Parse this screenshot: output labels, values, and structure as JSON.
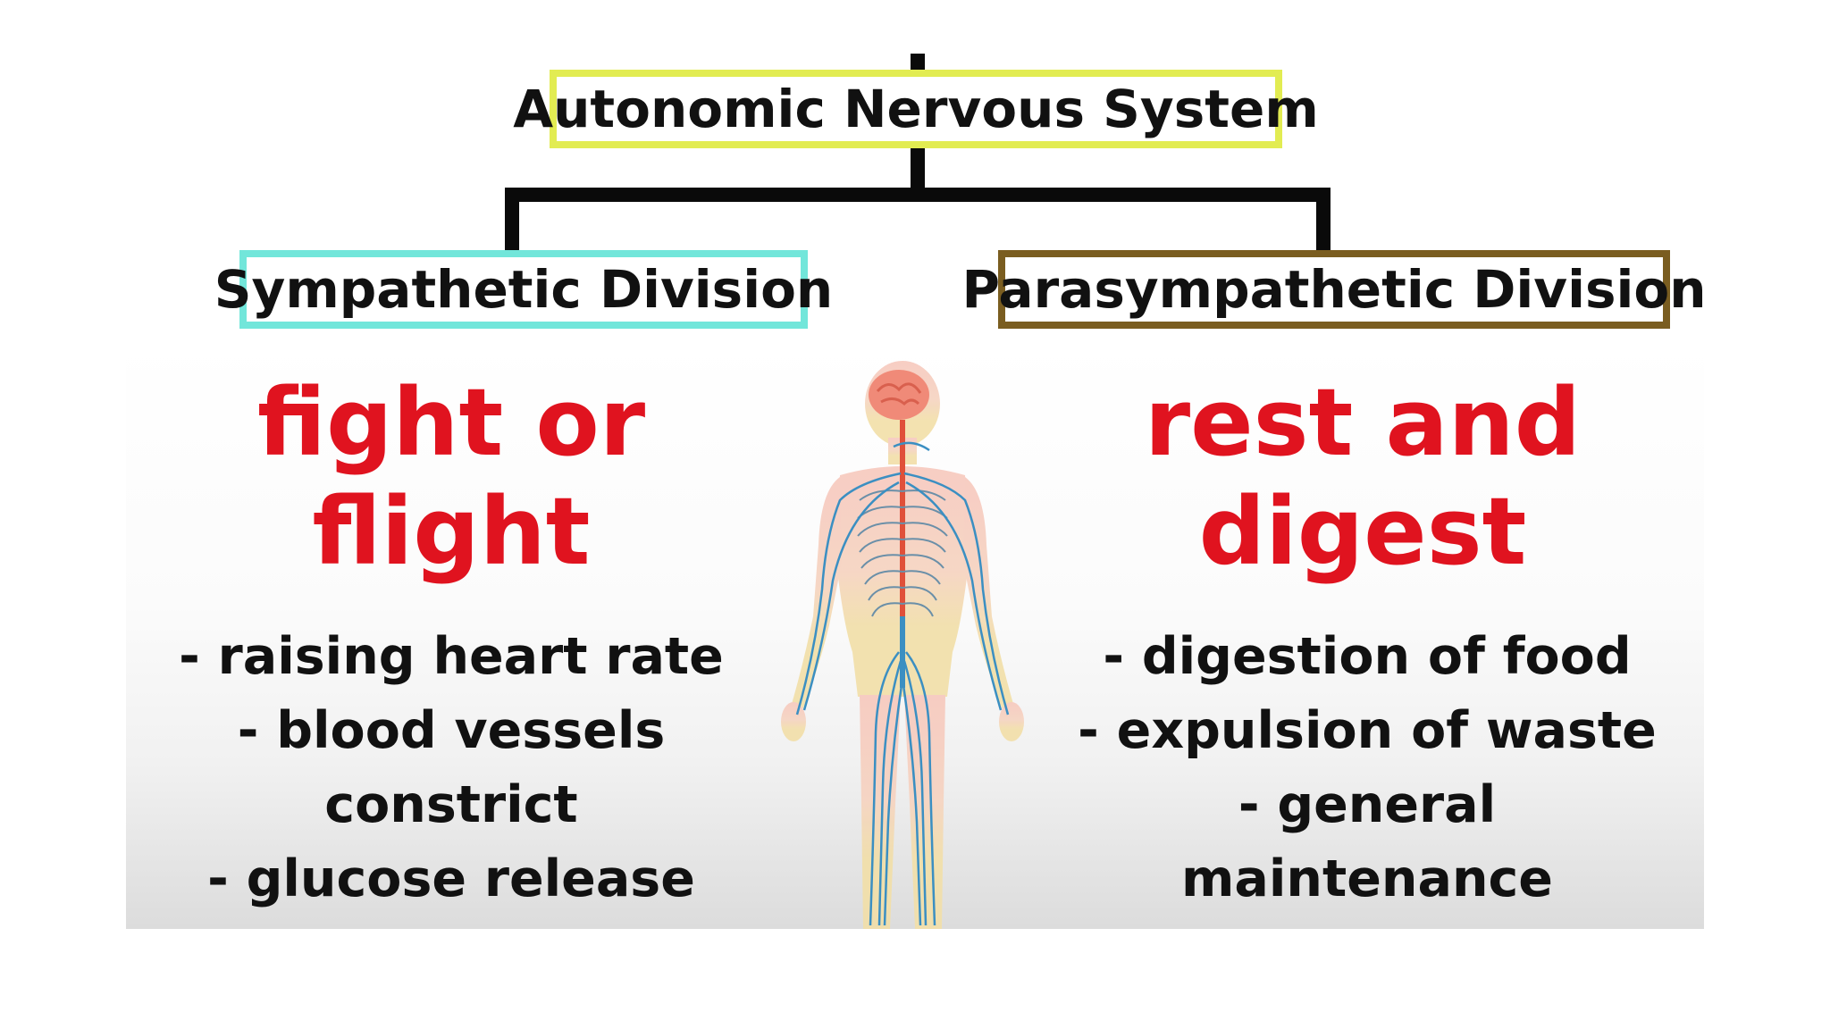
{
  "root": {
    "title": "Autonomic Nervous System",
    "border_color": "#e2ec52"
  },
  "sympathetic": {
    "title": "Sympathetic Division",
    "border_color": "#72e6da",
    "slogan_line1": "fight or",
    "slogan_line2": "flight",
    "effects": [
      "- raising heart rate",
      "- blood vessels constrict",
      "- glucose release"
    ]
  },
  "parasympathetic": {
    "title": "Parasympathetic Division",
    "border_color": "#7a5d20",
    "slogan_line1": "rest and",
    "slogan_line2": "digest",
    "effects": [
      "- digestion of food",
      "- expulsion of waste",
      "- general maintenance"
    ]
  },
  "figure": {
    "icon": "human-nervous-system-icon",
    "colors": {
      "brain": "#f08a78",
      "skin_upper": "#f7c8bd",
      "skin_lower": "#f2dfa8",
      "spinal_cord": "#e0503a",
      "nerves": "#3b8fc2"
    }
  },
  "colors": {
    "slogan": "#e0131f",
    "connector": "#0a0a0a",
    "text": "#111111"
  }
}
